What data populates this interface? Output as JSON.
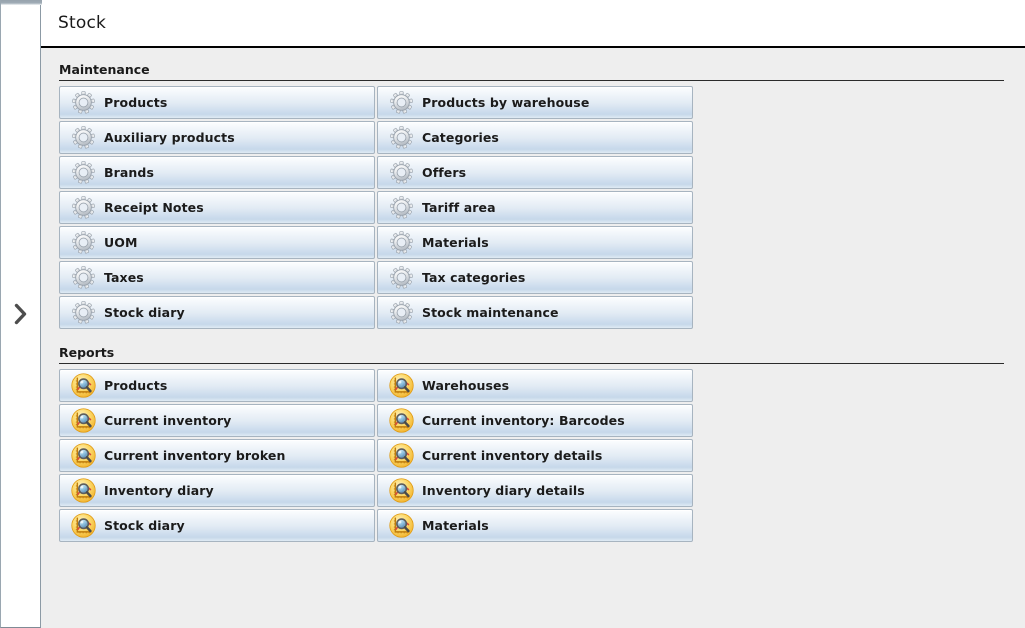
{
  "window": {
    "title": "Stock"
  },
  "sidebar": {
    "expand_icon": "chevron-right-icon",
    "expand_tooltip": ""
  },
  "colors": {
    "content_bg": "#eeeeee",
    "button_top": "#fdfeff",
    "button_bottom": "#c6d8ea",
    "button_border": "#a7b4c0",
    "title_rule": "#000000",
    "maintenance_icon": "#c9ced4",
    "reports_icon": "#f6c343"
  },
  "sections": [
    {
      "id": "maintenance",
      "label": "Maintenance",
      "icon": "gear-icon",
      "items": [
        {
          "label": "Products",
          "icon": "gear-icon"
        },
        {
          "label": "Products by warehouse",
          "icon": "gear-icon"
        },
        {
          "label": "Auxiliary products",
          "icon": "gear-icon"
        },
        {
          "label": "Categories",
          "icon": "gear-icon"
        },
        {
          "label": "Brands",
          "icon": "gear-icon"
        },
        {
          "label": "Offers",
          "icon": "gear-icon"
        },
        {
          "label": "Receipt Notes",
          "icon": "gear-icon"
        },
        {
          "label": "Tariff area",
          "icon": "gear-icon"
        },
        {
          "label": "UOM",
          "icon": "gear-icon"
        },
        {
          "label": "Materials",
          "icon": "gear-icon"
        },
        {
          "label": "Taxes",
          "icon": "gear-icon"
        },
        {
          "label": "Tax categories",
          "icon": "gear-icon"
        },
        {
          "label": "Stock diary",
          "icon": "gear-icon"
        },
        {
          "label": "Stock maintenance",
          "icon": "gear-icon"
        }
      ]
    },
    {
      "id": "reports",
      "label": "Reports",
      "icon": "report-magnifier-icon",
      "items": [
        {
          "label": "Products",
          "icon": "report-magnifier-icon"
        },
        {
          "label": "Warehouses",
          "icon": "report-magnifier-icon"
        },
        {
          "label": "Current inventory",
          "icon": "report-magnifier-icon"
        },
        {
          "label": "Current inventory: Barcodes",
          "icon": "report-magnifier-icon"
        },
        {
          "label": "Current inventory broken",
          "icon": "report-magnifier-icon"
        },
        {
          "label": "Current inventory details",
          "icon": "report-magnifier-icon"
        },
        {
          "label": "Inventory diary",
          "icon": "report-magnifier-icon"
        },
        {
          "label": "Inventory diary details",
          "icon": "report-magnifier-icon"
        },
        {
          "label": "Stock diary",
          "icon": "report-magnifier-icon"
        },
        {
          "label": "Materials",
          "icon": "report-magnifier-icon"
        }
      ]
    }
  ]
}
